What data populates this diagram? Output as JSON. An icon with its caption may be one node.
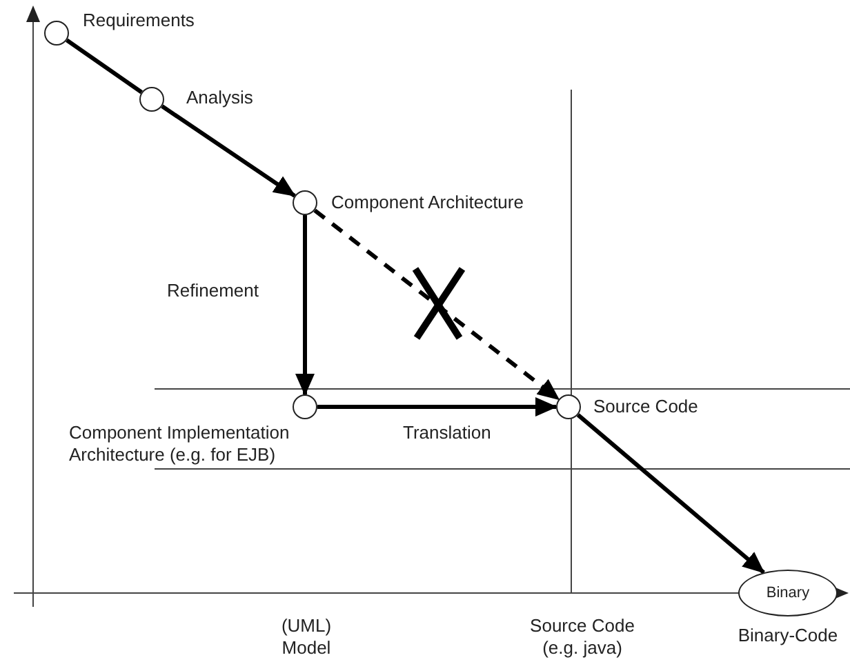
{
  "diagram": {
    "nodes": [
      {
        "text": [],
        "shape": "circle",
        "beside": [
          "Requirements"
        ]
      },
      {
        "text": [],
        "shape": "circle",
        "beside": [
          "Analysis"
        ]
      },
      {
        "text": [],
        "shape": "circle",
        "beside": [
          "Component Architecture"
        ]
      },
      {
        "text": [],
        "shape": "circle",
        "beside": [
          "Component Implementation Architecture (e.g. for EJB)"
        ]
      },
      {
        "text": [],
        "shape": "circle",
        "beside": [
          "Source Code"
        ]
      },
      {
        "text": [
          "Binary"
        ],
        "beside": [
          "Binary-Code"
        ]
      }
    ],
    "edges": [
      {
        "from": 0,
        "to": 1,
        "arrow": "none"
      },
      {
        "from": 1,
        "to": 2,
        "arrow": "to"
      },
      {
        "from": 2,
        "to": 3,
        "arrow": "to",
        "label": "Refinement"
      },
      {
        "from": 2,
        "to": 4,
        "arrow": "to",
        "style": "dashed"
      },
      {
        "from": 3,
        "to": 4,
        "arrow": "to",
        "label": "Translation"
      },
      {
        "from": 4,
        "to": 5,
        "arrow": "to"
      }
    ],
    "labels": [
      "(UML) Model",
      "Source Code (e.g. java)"
    ]
  }
}
